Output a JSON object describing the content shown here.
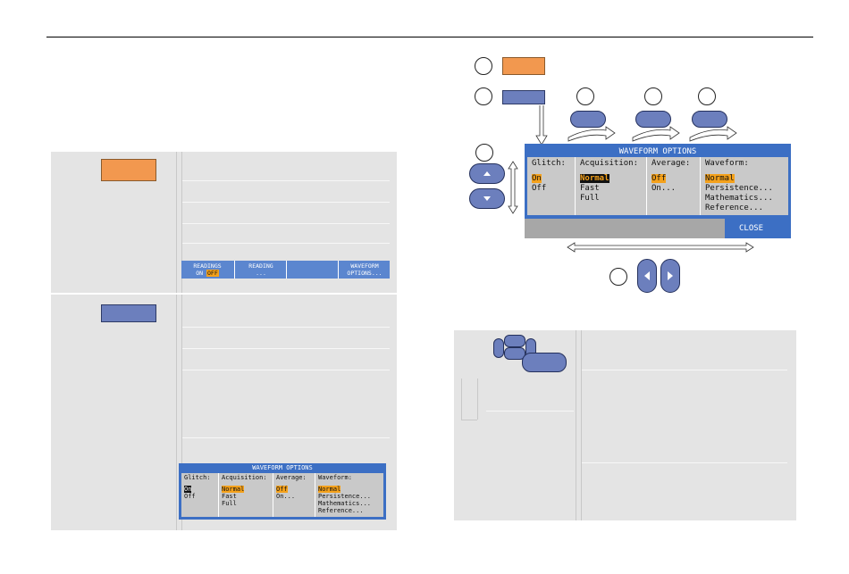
{
  "left_panel1": {
    "menu_bar": {
      "item1_line1": "READINGS",
      "item1_on": "ON",
      "item1_off": "OFF",
      "item2_line1": "READING",
      "item2_line2": "...",
      "item3": "",
      "item4_line1": "WAVEFORM",
      "item4_line2": "OPTIONS..."
    }
  },
  "small_waveform_options": {
    "title": "WAVEFORM OPTIONS",
    "glitch": {
      "header": "Glitch:",
      "options": [
        "On",
        "Off"
      ],
      "selected": "On"
    },
    "acquisition": {
      "header": "Acquisition:",
      "options": [
        "Normal",
        "Fast",
        "Full"
      ],
      "selected": "Normal"
    },
    "average": {
      "header": "Average:",
      "options": [
        "Off",
        "On..."
      ],
      "selected": "Off"
    },
    "waveform": {
      "header": "Waveform:",
      "options": [
        "Normal",
        "Persistence...",
        "Mathematics...",
        "Reference..."
      ],
      "selected": "Normal"
    }
  },
  "large_waveform_options": {
    "title": "WAVEFORM OPTIONS",
    "glitch": {
      "header": "Glitch:",
      "options": [
        "On",
        "Off"
      ],
      "selected": "On"
    },
    "acquisition": {
      "header": "Acquisition:",
      "options": [
        "Normal",
        "Fast",
        "Full"
      ],
      "selected": "Normal"
    },
    "average": {
      "header": "Average:",
      "options": [
        "Off",
        "On..."
      ],
      "selected": "Off"
    },
    "waveform": {
      "header": "Waveform:",
      "options": [
        "Normal",
        "Persistence...",
        "Mathematics...",
        "Reference..."
      ],
      "selected": "Normal"
    },
    "close_label": "CLOSE"
  },
  "colors": {
    "orange_key": "#f2984f",
    "blue_key": "#6c7fbd",
    "menu_blue": "#3c6fc4",
    "selection": "#f4a11b",
    "panel_grey": "#e4e4e4"
  },
  "icons": [
    "up-arrow-icon",
    "down-arrow-icon",
    "left-arrow-icon",
    "right-arrow-icon",
    "double-arrow-icon",
    "curved-arrow-icon"
  ]
}
